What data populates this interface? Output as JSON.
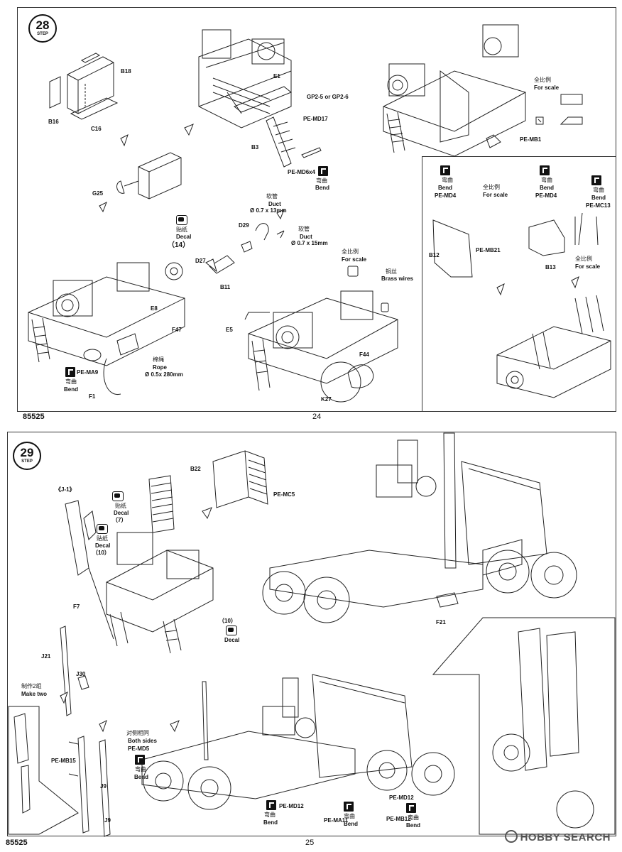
{
  "page24": {
    "step": "28",
    "step_word": "STEP",
    "code": "85525",
    "number": "24",
    "labels": {
      "b18": "B18",
      "b16": "B16",
      "c16": "C16",
      "g25": "G25",
      "e1": "E1",
      "gp": "GP2-5 or GP2-6",
      "pemd17": "PE-MD17",
      "b3": "B3",
      "pemd6": "PE-MD6",
      "x4": "x4",
      "bend_cn": "弯曲",
      "bend": "Bend",
      "scale_cn": "全比例",
      "scale": "For scale",
      "pemb1": "PE-MB1",
      "duct_cn": "软管",
      "duct": "Duct",
      "duct1": "Ø 0.7 x 13mm",
      "duct2": "Ø 0.7 x 15mm",
      "d29": "D29",
      "d27": "D27",
      "b11": "B11",
      "decal_cn": "贴纸",
      "decal": "Decal",
      "decal14": "（14）",
      "brass_cn": "铜丝",
      "brass": "Brass wires",
      "e8": "E8",
      "f47": "F47",
      "rope_cn": "棉绳",
      "rope": "Rope",
      "rope_size": "Ø 0.5x 280mm",
      "pema9": "PE-MA9",
      "f1": "F1",
      "e5": "E5",
      "f44": "F44",
      "k27": "K27",
      "pemd4": "PE-MD4",
      "b12": "B12",
      "pemb21": "PE-MB21",
      "pemc13": "PE-MC13",
      "b13": "B13"
    }
  },
  "page25": {
    "step": "29",
    "step_word": "STEP",
    "code": "85525",
    "number": "25",
    "watermark": "HOBBY SEARCH",
    "labels": {
      "b22": "B22",
      "pemc5": "PE-MC5",
      "j1": "《J-1》",
      "decal_cn": "贴纸",
      "decal": "Decal",
      "decal7": "（7）",
      "decal10": "（10）",
      "f7": "F7",
      "f21": "F21",
      "j21": "J21",
      "j30": "J30",
      "make_cn": "制作2组",
      "make": "Make two",
      "both_cn": "对侧相同",
      "both": "Both sides",
      "pemd5": "PE-MD5",
      "bend_cn": "弯曲",
      "bend": "Bend",
      "pemb15": "PE-MB15",
      "j9": "J9",
      "pemd12": "PE-MD12",
      "pema11": "PE-MA11",
      "pemb12": "PE-MB12"
    }
  }
}
